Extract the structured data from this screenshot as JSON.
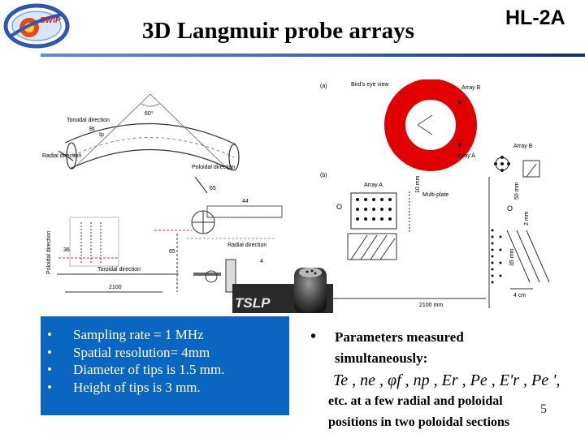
{
  "header": {
    "logo_text": "SWIP",
    "title": "3D Langmuir probe arrays",
    "device": "HL-2A"
  },
  "left_figure": {
    "labels": {
      "angle": "60°",
      "toroidal_direction": "Toroidal direction",
      "b_t": "Bt",
      "i_p": "Ip",
      "radial_direction": "Radial direction",
      "poloidal_direction": "Poloidal direction",
      "dim_65": "65",
      "dim_44": "44",
      "dim_65b": "65",
      "radial_direction_2": "Radial direction",
      "poloidal_direction_2": "Poloidal direction",
      "dim_36": "36",
      "toroidal_direction_2": "Toroidal direction",
      "dim_2100": "2100",
      "dim_4": "4"
    }
  },
  "right_figure": {
    "labels": {
      "panel_a": "(a)",
      "birds_eye": "Bird's eye view",
      "array_b_top": "Array B",
      "array_a_top": "Array A",
      "array_b": "Array B",
      "panel_b": "(b)",
      "array_a": "Array A",
      "multiplane": "Multi-plate",
      "dim_10mm": "10 mm",
      "dim_50mm": "50 mm",
      "dim_2mm": "2 mm",
      "dim_35mm": "35 mm",
      "dim_4cm": "4 cm",
      "dim_2100mm": "2100 mm",
      "o_label": "O",
      "o_label2": "O"
    }
  },
  "photo": {
    "label": "TSLP"
  },
  "specs": {
    "bullet": "•",
    "items": [
      "Sampling rate = 1 MHz",
      "Spatial resolution= 4mm",
      "Diameter of tips is 1.5 mm.",
      "Height of  tips is 3 mm."
    ]
  },
  "parameters": {
    "bullet": "•",
    "line1": "Parameters measured",
    "line2": "simultaneously:",
    "formula": "Te , ne , φf , np , Er , Pe , E'r , Pe ',",
    "line3": "etc.  at a few radial and poloidal",
    "line4": "positions in two poloidal sections"
  },
  "page_number": "5",
  "colors": {
    "accent_blue": "#0b66c2",
    "ring_red": "#e00000",
    "title_rule": "#3b6fc0"
  }
}
